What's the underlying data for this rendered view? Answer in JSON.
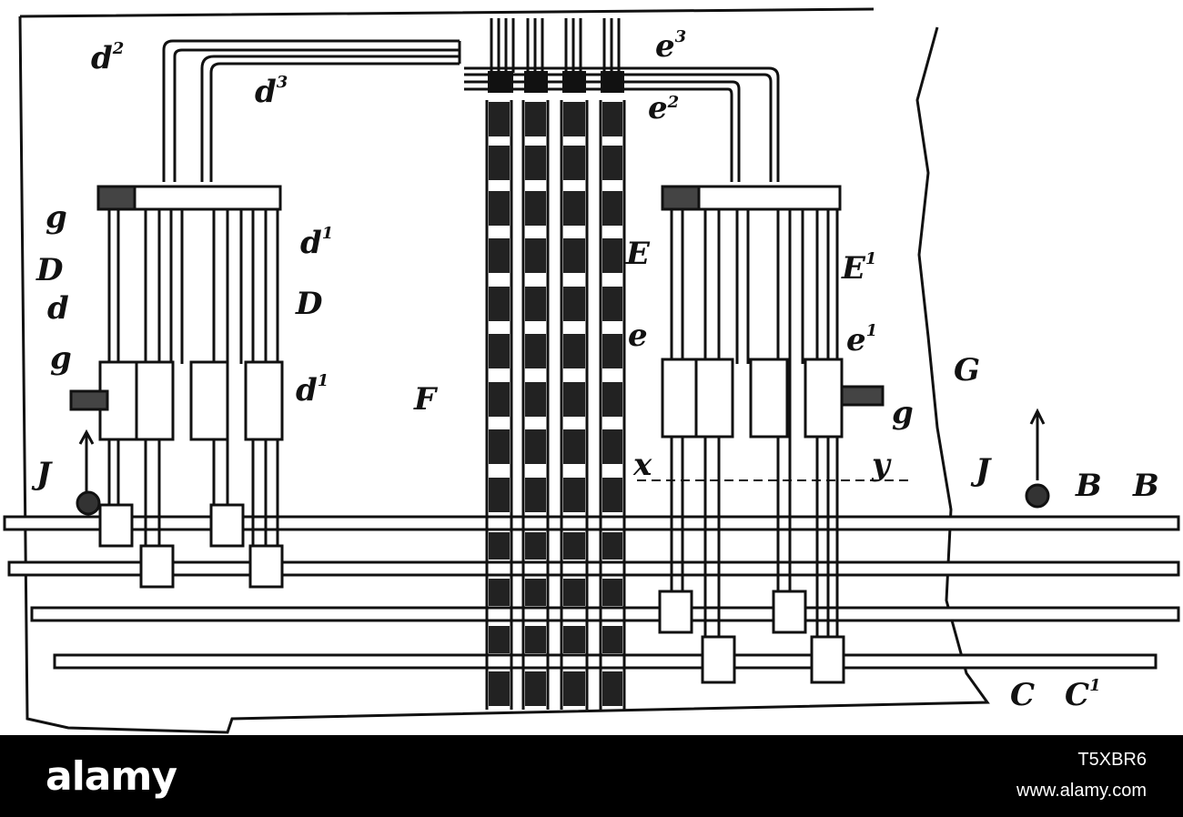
{
  "labels": {
    "d2": {
      "base": "d",
      "sup": "2"
    },
    "d3": {
      "base": "d",
      "sup": "3"
    },
    "e3": {
      "base": "e",
      "sup": "3"
    },
    "e2": {
      "base": "e",
      "sup": "2"
    },
    "g_top": "g",
    "d1_top": {
      "base": "d",
      "sup": "1"
    },
    "D_left": "D",
    "D_right": "D",
    "d": "d",
    "g_mid": "g",
    "d1_bottom": {
      "base": "d",
      "sup": "1"
    },
    "J_left": "J",
    "F": "F",
    "E": "E",
    "E1": {
      "base": "E",
      "sup": "1"
    },
    "e": "e",
    "e1": {
      "base": "e",
      "sup": "1"
    },
    "G": "G",
    "g_right": "g",
    "x": "x",
    "y": "y",
    "J_right": "J",
    "B": "B",
    "B1": "B",
    "C": "C",
    "C1": {
      "base": "C",
      "sup": "1"
    }
  },
  "footer": {
    "brand": "alamy",
    "image_id": "T5XBR6",
    "site": "www.alamy.com"
  }
}
